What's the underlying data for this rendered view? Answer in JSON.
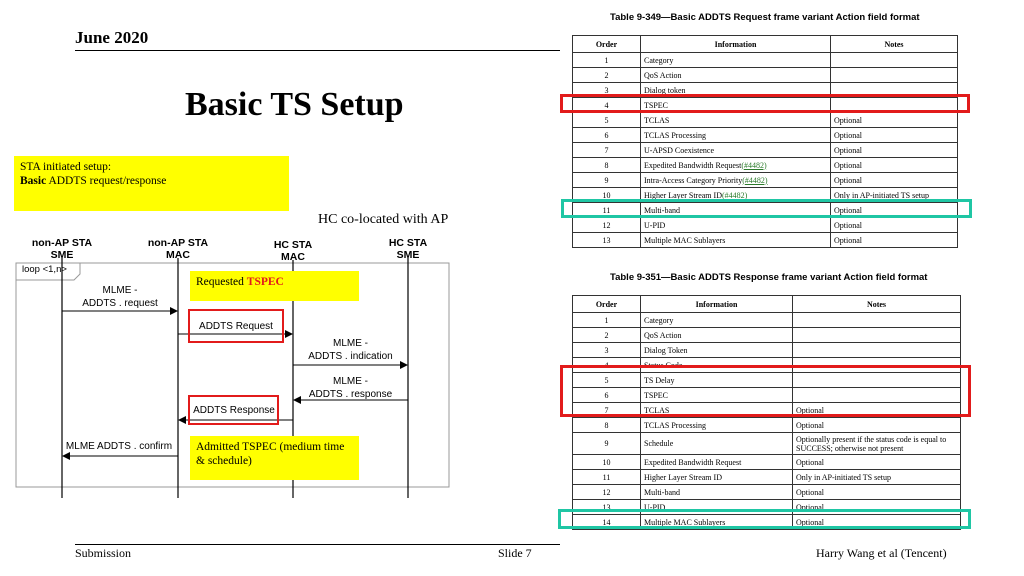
{
  "header": {
    "date": "June 2020"
  },
  "title": "Basic TS Setup",
  "sta_box": {
    "line1": "STA initiated setup:",
    "bold_word": "Basic",
    "rest": " ADDTS request/response"
  },
  "hc_label": "HC co-located with AP",
  "sequence": {
    "lanes": [
      {
        "line1": "non-AP STA",
        "line2": "SME"
      },
      {
        "line1": "non-AP STA",
        "line2": "MAC"
      },
      {
        "line1": "HC STA",
        "line2": "MAC"
      },
      {
        "line1": "HC STA",
        "line2": "SME"
      }
    ],
    "loop_label": "loop <1,n>",
    "msg_request": {
      "line1": "MLME -",
      "line2": "ADDTS . request"
    },
    "addts_request": "ADDTS Request",
    "msg_indication": {
      "line1": "MLME -",
      "line2": "ADDTS . indication"
    },
    "msg_response": {
      "line1": "MLME -",
      "line2": "ADDTS . response"
    },
    "addts_response": "ADDTS Response",
    "msg_confirm": "MLME ADDTS . confirm",
    "note_requested": {
      "text": "Requested ",
      "highlight": "TSPEC"
    },
    "note_admitted": "Admitted TSPEC (medium time & schedule)"
  },
  "table1": {
    "caption": "Table 9-349—Basic ADDTS Request frame variant Action field format",
    "headers": [
      "Order",
      "Information",
      "Notes"
    ],
    "rows": [
      {
        "order": "1",
        "info": "Category",
        "notes": ""
      },
      {
        "order": "2",
        "info": "QoS Action",
        "notes": ""
      },
      {
        "order": "3",
        "info": "Dialog token",
        "notes": ""
      },
      {
        "order": "4",
        "info": "TSPEC",
        "notes": ""
      },
      {
        "order": "5",
        "info": "TCLAS",
        "notes": "Optional"
      },
      {
        "order": "6",
        "info": "TCLAS Processing",
        "notes": "Optional"
      },
      {
        "order": "7",
        "info": "U-APSD Coexistence",
        "notes": "Optional"
      },
      {
        "order": "8",
        "info": "Expedited Bandwidth Request",
        "link": "(#4482)",
        "notes": "Optional"
      },
      {
        "order": "9",
        "info": "Intra-Access Category Priority",
        "link": "(#4482)",
        "notes": "Optional"
      },
      {
        "order": "10",
        "info": "Higher Layer Stream ID",
        "link": "(#4482)",
        "notes": "Only in AP-initiated TS setup"
      },
      {
        "order": "11",
        "info": "Multi-band",
        "notes": "Optional"
      },
      {
        "order": "12",
        "info": "U-PID",
        "notes": "Optional"
      },
      {
        "order": "13",
        "info": "Multiple MAC Sublayers",
        "notes": "Optional"
      }
    ]
  },
  "table2": {
    "caption": "Table 9-351—Basic ADDTS Response frame variant Action field format",
    "headers": [
      "Order",
      "Information",
      "Notes"
    ],
    "rows": [
      {
        "order": "1",
        "info": "Category",
        "notes": ""
      },
      {
        "order": "2",
        "info": "QoS Action",
        "notes": ""
      },
      {
        "order": "3",
        "info": "Dialog Token",
        "notes": ""
      },
      {
        "order": "4",
        "info": "Status Code",
        "notes": ""
      },
      {
        "order": "5",
        "info": "TS Delay",
        "notes": ""
      },
      {
        "order": "6",
        "info": "TSPEC",
        "notes": ""
      },
      {
        "order": "7",
        "info": "TCLAS",
        "notes": "Optional"
      },
      {
        "order": "8",
        "info": "TCLAS Processing",
        "notes": "Optional"
      },
      {
        "order": "9",
        "info": "Schedule",
        "notes": "Optionally present if the status code is equal to SUCCESS; otherwise not present"
      },
      {
        "order": "10",
        "info": "Expedited Bandwidth Request",
        "notes": "Optional"
      },
      {
        "order": "11",
        "info": "Higher Layer Stream ID",
        "notes": "Only in AP-initiated TS setup"
      },
      {
        "order": "12",
        "info": "Multi-band",
        "notes": "Optional"
      },
      {
        "order": "13",
        "info": "U-PID",
        "notes": "Optional"
      },
      {
        "order": "14",
        "info": "Multiple MAC Sublayers",
        "notes": "Optional"
      }
    ]
  },
  "footer": {
    "left": "Submission",
    "slide": "Slide 7",
    "authors": "Harry Wang et al (Tencent)"
  },
  "colors": {
    "highlight_red": "#e21b1b",
    "highlight_teal": "#1fc6a4",
    "note_yellow": "#ffff00"
  }
}
